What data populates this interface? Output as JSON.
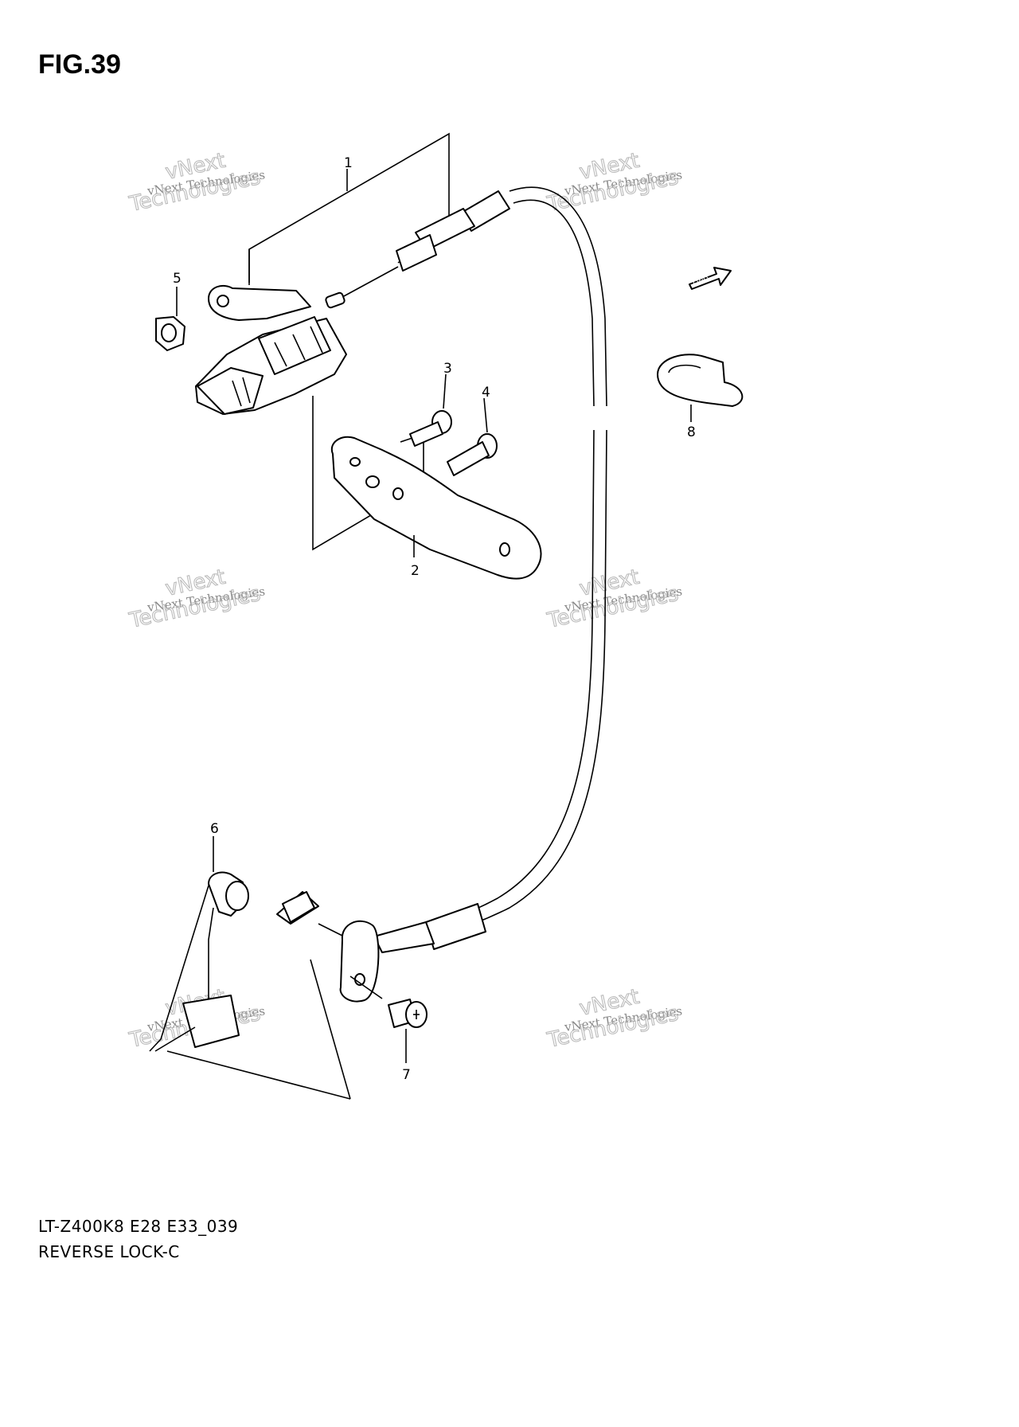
{
  "figure": {
    "title": "FIG.39",
    "model_code": "LT-Z400K8 E28 E33_039",
    "name": "REVERSE LOCK-C",
    "fwd_label": "FWD"
  },
  "callouts": [
    "1",
    "2",
    "3",
    "4",
    "5",
    "6",
    "7",
    "8"
  ],
  "watermark": {
    "line1": "vNext Technologies",
    "line2": "vNext",
    "line3": "Technologies"
  }
}
